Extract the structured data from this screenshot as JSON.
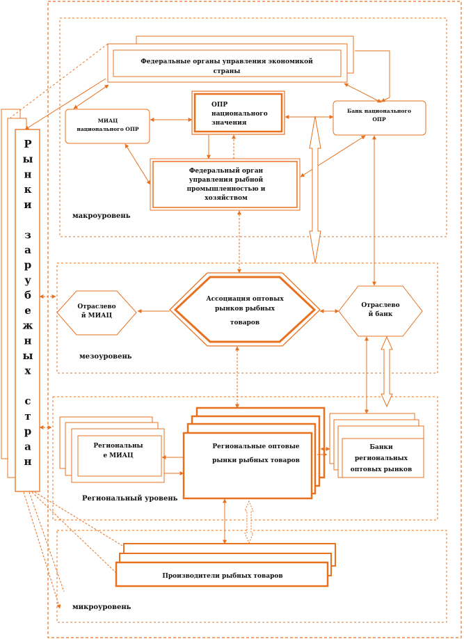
{
  "diagram": {
    "side_column": {
      "letters": [
        "Р",
        "ы",
        "н",
        "к",
        "и",
        "",
        "з",
        "а",
        "р",
        "у",
        "б",
        "е",
        "ж",
        "н",
        "ы",
        "х",
        "",
        "с",
        "т",
        "р",
        "а",
        "н"
      ]
    },
    "levels": {
      "macro": "макроуровень",
      "meso": "мезоуровень",
      "regional": "Региональный уровень",
      "micro": "микроуровень"
    },
    "nodes": {
      "federal_economy": [
        "Федеральные органы управления экономикой",
        "страны"
      ],
      "opr_national": [
        "ОПР",
        "национального",
        "значения"
      ],
      "miac_national": [
        "МИАЦ",
        "национального ОПР"
      ],
      "bank_national": [
        "Банк национального",
        "ОПР"
      ],
      "federal_fish": [
        "Федеральный орган",
        "управления рыбной",
        "промышленностью и",
        "хозяйством"
      ],
      "sector_miac": [
        "Отраслево",
        "й МИАЦ"
      ],
      "association": [
        "Ассоциация оптовых",
        "рынков рыбных",
        "товаров"
      ],
      "sector_bank": [
        "Отраслево",
        "й банк"
      ],
      "regional_miac": [
        "Региональны",
        "е МИАЦ"
      ],
      "regional_markets": [
        "Региональные оптовые",
        "рынки рыбных товаров"
      ],
      "regional_banks": [
        "Банки",
        "региональных",
        "оптовых рынков"
      ],
      "producers": [
        "Производители рыбных товаров"
      ]
    },
    "colors": {
      "accent": "#e8711f",
      "text": "#111111",
      "background": "#ffffff"
    }
  }
}
